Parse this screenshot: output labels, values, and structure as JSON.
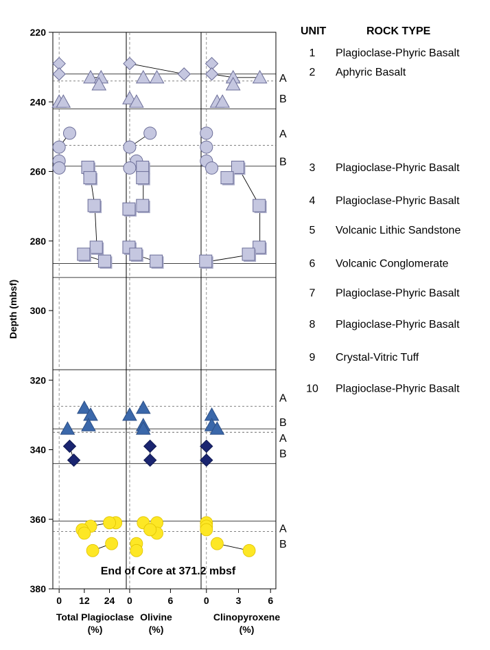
{
  "chart_data": {
    "type": "scatter",
    "ylabel": "Depth (mbsf)",
    "ylim": [
      220,
      380
    ],
    "y_ticks": [
      "220",
      "240",
      "260",
      "280",
      "300",
      "320",
      "340",
      "360",
      "380"
    ],
    "y_inverted": true,
    "grid": false,
    "panels": [
      {
        "label": "Total Plagioclase",
        "unit": "(%)",
        "xlim": [
          -3,
          32
        ],
        "x_ticks": [
          {
            "v": 0,
            "t": "0"
          },
          {
            "v": 12,
            "t": "12"
          },
          {
            "v": 24,
            "t": "24"
          }
        ],
        "points": [
          {
            "x": 0,
            "y": 229,
            "m": "diamond"
          },
          {
            "x": 0,
            "y": 232,
            "m": "diamond"
          },
          {
            "x": 15,
            "y": 233,
            "m": "triangle"
          },
          {
            "x": 20,
            "y": 233,
            "m": "triangle"
          },
          {
            "x": 19,
            "y": 235,
            "m": "triangle"
          },
          {
            "x": 0,
            "y": 240,
            "m": "triangle"
          },
          {
            "x": 2,
            "y": 240,
            "m": "triangle"
          },
          {
            "x": 5,
            "y": 249,
            "m": "circle"
          },
          {
            "x": 0,
            "y": 253,
            "m": "circle"
          },
          {
            "x": 0,
            "y": 257,
            "m": "circle"
          },
          {
            "x": 0,
            "y": 259,
            "m": "circle"
          },
          {
            "x": 14,
            "y": 259,
            "m": "square"
          },
          {
            "x": 15,
            "y": 262,
            "m": "square"
          },
          {
            "x": 17,
            "y": 270,
            "m": "square"
          },
          {
            "x": 18,
            "y": 282,
            "m": "square"
          },
          {
            "x": 12,
            "y": 284,
            "m": "square"
          },
          {
            "x": 22,
            "y": 286,
            "m": "square"
          },
          {
            "x": 12,
            "y": 328,
            "m": "triangle-b"
          },
          {
            "x": 15,
            "y": 330,
            "m": "triangle-b"
          },
          {
            "x": 14,
            "y": 333,
            "m": "triangle-b"
          },
          {
            "x": 4,
            "y": 334,
            "m": "triangle-b"
          },
          {
            "x": 5,
            "y": 339,
            "m": "diamond-n"
          },
          {
            "x": 7,
            "y": 343,
            "m": "diamond-n"
          },
          {
            "x": 27,
            "y": 361,
            "m": "circle-y"
          },
          {
            "x": 24,
            "y": 361,
            "m": "circle-y"
          },
          {
            "x": 15,
            "y": 362,
            "m": "circle-y"
          },
          {
            "x": 11,
            "y": 363,
            "m": "circle-y"
          },
          {
            "x": 12,
            "y": 364,
            "m": "circle-y"
          },
          {
            "x": 25,
            "y": 367,
            "m": "circle-y"
          },
          {
            "x": 16,
            "y": 369,
            "m": "circle-y"
          }
        ],
        "lines": [
          [
            [
              15,
              233
            ],
            [
              20,
              233
            ]
          ],
          [
            [
              5,
              249
            ],
            [
              0,
              253
            ]
          ],
          [
            [
              15,
              262
            ],
            [
              17,
              270
            ],
            [
              18,
              282
            ],
            [
              22,
              286
            ]
          ],
          [
            [
              12,
              284
            ],
            [
              22,
              286
            ]
          ],
          [
            [
              5,
              339
            ],
            [
              7,
              343
            ]
          ],
          [
            [
              11,
              363
            ],
            [
              15,
              362
            ],
            [
              24,
              361
            ]
          ],
          [
            [
              16,
              369
            ],
            [
              25,
              367
            ]
          ]
        ]
      },
      {
        "label": "Olivine",
        "unit": "(%)",
        "xlim": [
          -0.5,
          10.5
        ],
        "x_ticks": [
          {
            "v": 0,
            "t": "0"
          },
          {
            "v": 6,
            "t": "6"
          }
        ],
        "points": [
          {
            "x": 0,
            "y": 229,
            "m": "diamond"
          },
          {
            "x": 8,
            "y": 232,
            "m": "diamond"
          },
          {
            "x": 2,
            "y": 233,
            "m": "triangle"
          },
          {
            "x": 4,
            "y": 233,
            "m": "triangle"
          },
          {
            "x": 0,
            "y": 239,
            "m": "triangle"
          },
          {
            "x": 1,
            "y": 240,
            "m": "triangle"
          },
          {
            "x": 3,
            "y": 249,
            "m": "circle"
          },
          {
            "x": 0,
            "y": 253,
            "m": "circle"
          },
          {
            "x": 1,
            "y": 257,
            "m": "circle"
          },
          {
            "x": 0,
            "y": 259,
            "m": "circle"
          },
          {
            "x": 2,
            "y": 259,
            "m": "square"
          },
          {
            "x": 2,
            "y": 262,
            "m": "square"
          },
          {
            "x": 2,
            "y": 270,
            "m": "square"
          },
          {
            "x": 0,
            "y": 271,
            "m": "square"
          },
          {
            "x": 0,
            "y": 282,
            "m": "square"
          },
          {
            "x": 1,
            "y": 284,
            "m": "square"
          },
          {
            "x": 4,
            "y": 286,
            "m": "square"
          },
          {
            "x": 2,
            "y": 328,
            "m": "triangle-b"
          },
          {
            "x": 0,
            "y": 330,
            "m": "triangle-b"
          },
          {
            "x": 2,
            "y": 333,
            "m": "triangle-b"
          },
          {
            "x": 2,
            "y": 334,
            "m": "triangle-b"
          },
          {
            "x": 3,
            "y": 339,
            "m": "diamond-n"
          },
          {
            "x": 3,
            "y": 343,
            "m": "diamond-n"
          },
          {
            "x": 2,
            "y": 361,
            "m": "circle-y"
          },
          {
            "x": 4,
            "y": 361,
            "m": "circle-y"
          },
          {
            "x": 4,
            "y": 364,
            "m": "circle-y"
          },
          {
            "x": 3,
            "y": 363,
            "m": "circle-y"
          },
          {
            "x": 1,
            "y": 367,
            "m": "circle-y"
          },
          {
            "x": 1,
            "y": 369,
            "m": "circle-y"
          }
        ],
        "lines": [
          [
            [
              0,
              229
            ],
            [
              8,
              232
            ]
          ],
          [
            [
              3,
              249
            ],
            [
              0,
              253
            ]
          ],
          [
            [
              2,
              262
            ],
            [
              2,
              270
            ]
          ],
          [
            [
              1,
              284
            ],
            [
              4,
              286
            ]
          ],
          [
            [
              3,
              339
            ],
            [
              3,
              343
            ]
          ]
        ]
      },
      {
        "label": "Clinopyroxene",
        "unit": "(%)",
        "xlim": [
          -0.5,
          6.5
        ],
        "x_ticks": [
          {
            "v": 0,
            "t": "0"
          },
          {
            "v": 3,
            "t": "3"
          },
          {
            "v": 6,
            "t": "6"
          }
        ],
        "points": [
          {
            "x": 0.5,
            "y": 229,
            "m": "diamond"
          },
          {
            "x": 0.5,
            "y": 232,
            "m": "diamond"
          },
          {
            "x": 2.5,
            "y": 233,
            "m": "triangle"
          },
          {
            "x": 5,
            "y": 233,
            "m": "triangle"
          },
          {
            "x": 2.5,
            "y": 235,
            "m": "triangle"
          },
          {
            "x": 1,
            "y": 240,
            "m": "triangle"
          },
          {
            "x": 1.5,
            "y": 240,
            "m": "triangle"
          },
          {
            "x": 0,
            "y": 249,
            "m": "circle"
          },
          {
            "x": 0,
            "y": 253,
            "m": "circle"
          },
          {
            "x": 0,
            "y": 257,
            "m": "circle"
          },
          {
            "x": 0.5,
            "y": 259,
            "m": "circle"
          },
          {
            "x": 3,
            "y": 259,
            "m": "square"
          },
          {
            "x": 2,
            "y": 262,
            "m": "square"
          },
          {
            "x": 5,
            "y": 270,
            "m": "square"
          },
          {
            "x": 5,
            "y": 282,
            "m": "square"
          },
          {
            "x": 4,
            "y": 284,
            "m": "square"
          },
          {
            "x": 0,
            "y": 286,
            "m": "square"
          },
          {
            "x": 0.5,
            "y": 330,
            "m": "triangle-b"
          },
          {
            "x": 0.5,
            "y": 333,
            "m": "triangle-b"
          },
          {
            "x": 1,
            "y": 334,
            "m": "triangle-b"
          },
          {
            "x": 0,
            "y": 339,
            "m": "diamond-n"
          },
          {
            "x": 0,
            "y": 343,
            "m": "diamond-n"
          },
          {
            "x": 0,
            "y": 361,
            "m": "circle-y"
          },
          {
            "x": 0,
            "y": 362,
            "m": "circle-y"
          },
          {
            "x": 0,
            "y": 363,
            "m": "circle-y"
          },
          {
            "x": 1,
            "y": 367,
            "m": "circle-y"
          },
          {
            "x": 4,
            "y": 369,
            "m": "circle-y"
          }
        ],
        "lines": [
          [
            [
              0.5,
              232
            ],
            [
              2.5,
              233
            ],
            [
              5,
              233
            ]
          ],
          [
            [
              2,
              262
            ],
            [
              3,
              259
            ],
            [
              5,
              270
            ],
            [
              5,
              282
            ],
            [
              4,
              284
            ],
            [
              0,
              286
            ]
          ],
          [
            [
              0,
              339
            ],
            [
              0,
              343
            ]
          ],
          [
            [
              1,
              367
            ],
            [
              4,
              369
            ]
          ]
        ]
      }
    ],
    "boundaries_solid": [
      232,
      242,
      258.5,
      286.5,
      290.5,
      317,
      334,
      344,
      360.5
    ],
    "boundaries_dashed": [
      234,
      252.5,
      327.5,
      335,
      363.5
    ],
    "subunit_labels": [
      {
        "t": "A",
        "y": 233
      },
      {
        "t": "B",
        "y": 239
      },
      {
        "t": "A",
        "y": 249
      },
      {
        "t": "B",
        "y": 257
      },
      {
        "t": "A",
        "y": 325
      },
      {
        "t": "B",
        "y": 332
      },
      {
        "t": "A",
        "y": 336.5
      },
      {
        "t": "B",
        "y": 341
      },
      {
        "t": "A",
        "y": 362.5
      },
      {
        "t": "B",
        "y": 367
      }
    ],
    "annotation": "End of Core at 371.2 mbsf",
    "annotation_y": 376.5,
    "marker_colors": {
      "light_fill": "#c5c7e0",
      "light_stroke": "#6a6c97",
      "blue_fill": "#3b68aa",
      "blue_stroke": "#2c4f86",
      "navy_fill": "#1a2570",
      "navy_stroke": "#0f1850",
      "yellow_fill": "#fde725",
      "yellow_stroke": "#e0c300"
    }
  },
  "units_table": {
    "header_unit": "UNIT",
    "header_rock": "ROCK TYPE",
    "rows": [
      {
        "num": "1",
        "rock": "Plagioclase-Phyric Basalt",
        "y": 223
      },
      {
        "num": "2",
        "rock": "Aphyric Basalt",
        "y": 228.5
      },
      {
        "num": "3",
        "rock": "Plagioclase-Phyric Basalt",
        "y": 256
      },
      {
        "num": "4",
        "rock": "Plagioclase-Phyric Basalt",
        "y": 265.5
      },
      {
        "num": "5",
        "rock": "Volcanic Lithic Sandstone",
        "y": 274
      },
      {
        "num": "6",
        "rock": "Volcanic Conglomerate",
        "y": 283.5
      },
      {
        "num": "7",
        "rock": "Plagioclase-Phyric Basalt",
        "y": 292
      },
      {
        "num": "8",
        "rock": "Plagioclase-Phyric Basalt",
        "y": 301
      },
      {
        "num": "9",
        "rock": "Crystal-Vitric Tuff",
        "y": 310.5
      },
      {
        "num": "10",
        "rock": "Plagioclase-Phyric Basalt",
        "y": 319.5
      }
    ]
  }
}
